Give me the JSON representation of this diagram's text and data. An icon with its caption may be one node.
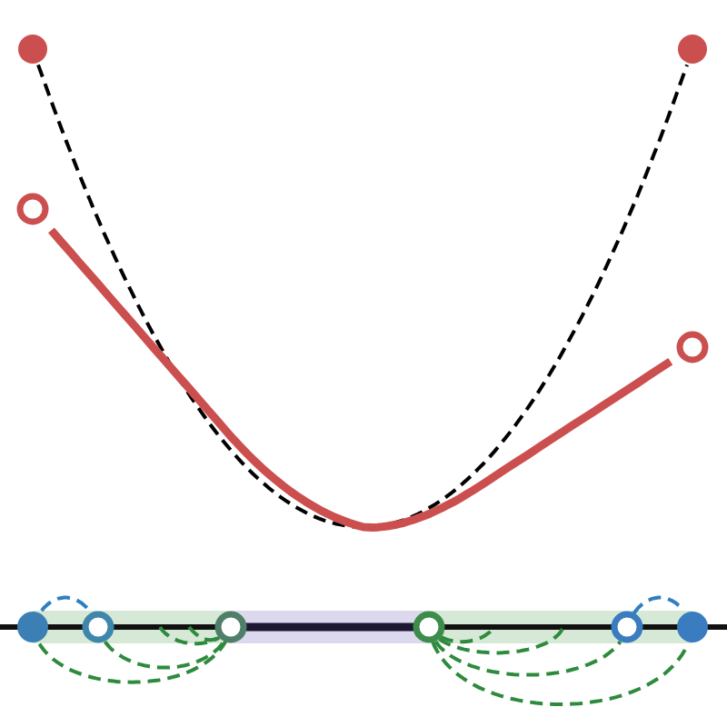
{
  "diagram": {
    "nodes": [
      {
        "text": [],
        "shape": "circle"
      },
      {
        "text": [],
        "shape": "circle"
      },
      {
        "text": [],
        "shape": "circle"
      },
      {
        "text": [],
        "shape": "circle"
      },
      {
        "text": [],
        "shape": "circle"
      },
      {
        "text": [],
        "shape": "circle"
      },
      {
        "text": [],
        "shape": "circle"
      },
      {
        "text": [],
        "shape": "circle"
      },
      {
        "text": [],
        "shape": "circle"
      },
      {
        "text": [],
        "shape": "circle"
      }
    ],
    "edges": [
      {
        "from": 0,
        "to": 1,
        "arrow": "none",
        "style": "dashed",
        "color": "#000000"
      },
      {
        "from": 2,
        "to": 3,
        "arrow": "none",
        "style": "thick",
        "color": "#cc4f4f"
      },
      {
        "from": 4,
        "to": 5,
        "arrow": "none",
        "style": "dashed",
        "color": "#2f7fc0"
      },
      {
        "from": 4,
        "to": 6,
        "arrow": "none",
        "style": "dashed"
      },
      {
        "from": 5,
        "to": 6,
        "arrow": "none",
        "style": "dashed"
      },
      {
        "from": null,
        "to": 6,
        "arrow": "none",
        "style": "dashed"
      },
      {
        "from": null,
        "to": 6,
        "arrow": "none",
        "style": "dashed"
      },
      {
        "from": 6,
        "to": 7,
        "arrow": "none",
        "style": "thick",
        "color": "#1c1733"
      },
      {
        "from": 7,
        "to": null,
        "arrow": "none",
        "style": "dashed"
      },
      {
        "from": 7,
        "to": null,
        "arrow": "none",
        "style": "dashed"
      },
      {
        "from": 7,
        "to": 8,
        "arrow": "none",
        "style": "dashed"
      },
      {
        "from": 7,
        "to": 9,
        "arrow": "none",
        "style": "dashed"
      },
      {
        "from": 8,
        "to": 9,
        "arrow": "none",
        "style": "dashed",
        "color": "#2f7fc0"
      }
    ]
  }
}
